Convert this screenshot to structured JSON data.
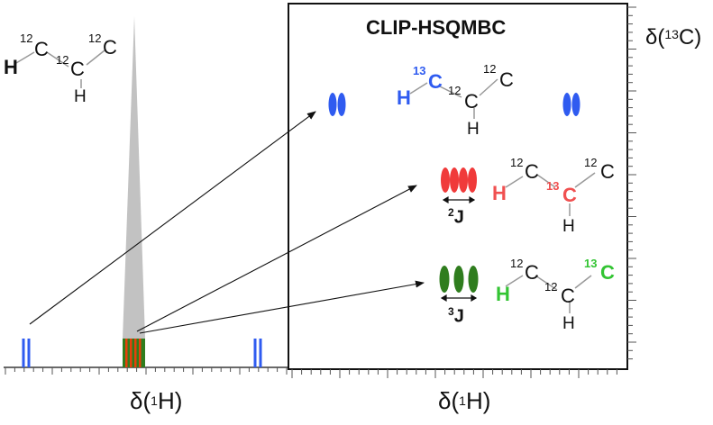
{
  "panel_title": "CLIP-HSQMBC",
  "axes": {
    "x_left": {
      "prefix": "δ(",
      "sup": "1",
      "suffix": "H)"
    },
    "x_right": {
      "prefix": "δ(",
      "sup": "1",
      "suffix": "H)"
    },
    "y_right": {
      "prefix": "δ(",
      "sup": "13",
      "suffix": "C)"
    }
  },
  "molecule_left": {
    "iso_a": "12",
    "iso_b": "12",
    "iso_c": "12",
    "atom": "C",
    "h": "H"
  },
  "molecule_blue": {
    "iso_13": "13",
    "iso_12a": "12",
    "iso_12b": "12",
    "atom": "C",
    "h": "H"
  },
  "molecule_red": {
    "iso_12a": "12",
    "iso_13": "13",
    "iso_12b": "12",
    "atom": "C",
    "h": "H"
  },
  "molecule_green": {
    "iso_12a": "12",
    "iso_12b": "12",
    "iso_13": "13",
    "atom": "C",
    "h": "H"
  },
  "couplings": [
    {
      "sup": "2",
      "label": "J"
    },
    {
      "sup": "3",
      "label": "J"
    }
  ],
  "colors": {
    "blue": "#2f5bf0",
    "red": "#f03a3a",
    "green": "#2f7d1e",
    "gray": "#c0c0c0",
    "frame": "#111111"
  }
}
